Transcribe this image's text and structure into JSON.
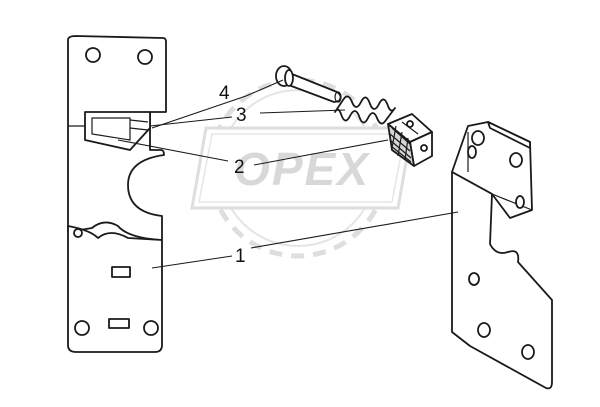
{
  "diagram": {
    "callouts": [
      {
        "id": "1",
        "label": "1"
      },
      {
        "id": "2",
        "label": "2"
      },
      {
        "id": "3",
        "label": "3"
      },
      {
        "id": "4",
        "label": "4"
      }
    ]
  },
  "watermark": {
    "text": "OPEX",
    "color": "#b9b9b9"
  }
}
